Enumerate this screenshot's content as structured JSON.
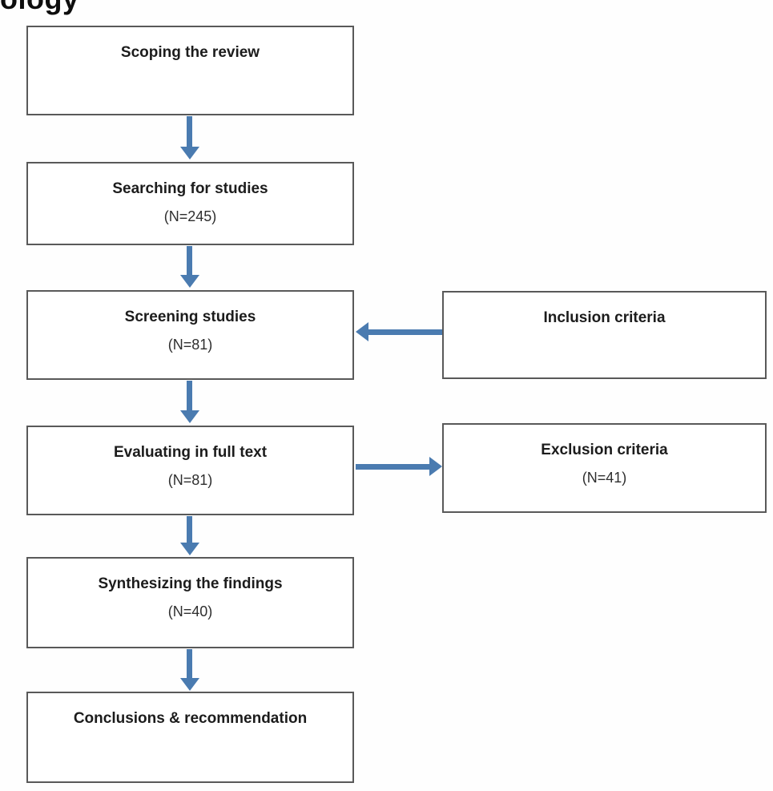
{
  "heading_partial": "ology",
  "colors": {
    "arrow": "#4a7bb0",
    "box_border": "#595959",
    "text": "#1c1c1c"
  },
  "flowchart": {
    "type": "flowchart",
    "main_steps": [
      {
        "label": "Scoping the review",
        "count": ""
      },
      {
        "label": "Searching for studies",
        "count": "(N=245)"
      },
      {
        "label": "Screening studies",
        "count": "(N=81)"
      },
      {
        "label": "Evaluating in full text",
        "count": "(N=81)"
      },
      {
        "label": "Synthesizing the findings",
        "count": "(N=40)"
      },
      {
        "label": "Conclusions & recommendation",
        "count": ""
      }
    ],
    "side_boxes": [
      {
        "label": "Inclusion criteria",
        "count": "",
        "connection": "arrow points left into Screening studies"
      },
      {
        "label": "Exclusion criteria",
        "count": "(N=41)",
        "connection": "arrow points right from Evaluating in full text"
      }
    ]
  }
}
